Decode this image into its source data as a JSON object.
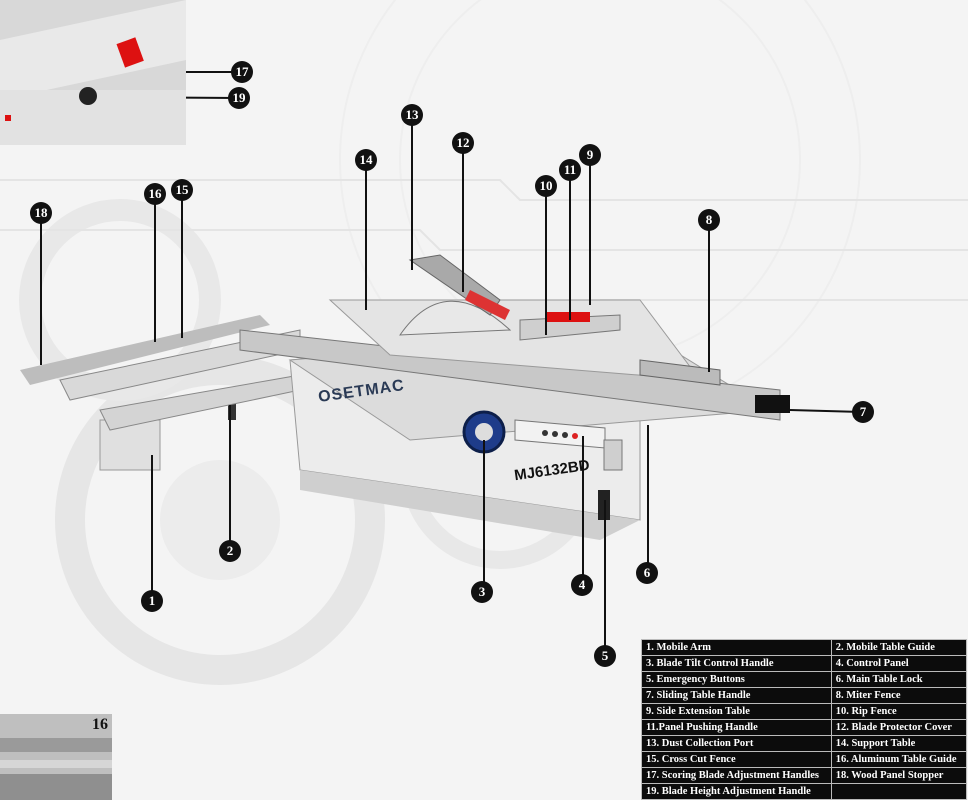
{
  "brand": "OSETMAC",
  "model": "MJ6132BD",
  "inset_bottom_label": "16",
  "callouts": [
    {
      "n": "1"
    },
    {
      "n": "2"
    },
    {
      "n": "3"
    },
    {
      "n": "4"
    },
    {
      "n": "5"
    },
    {
      "n": "6"
    },
    {
      "n": "7"
    },
    {
      "n": "8"
    },
    {
      "n": "9"
    },
    {
      "n": "10"
    },
    {
      "n": "11"
    },
    {
      "n": "12"
    },
    {
      "n": "13"
    },
    {
      "n": "14"
    },
    {
      "n": "15"
    },
    {
      "n": "16"
    },
    {
      "n": "17"
    },
    {
      "n": "18"
    },
    {
      "n": "19"
    }
  ],
  "legend": [
    [
      "1. Mobile Arm",
      "2. Mobile Table Guide"
    ],
    [
      "3. Blade Tilt Control Handle",
      "4. Control Panel"
    ],
    [
      "5. Emergency Buttons",
      "6. Main Table Lock"
    ],
    [
      "7. Sliding Table Handle",
      "8. Miter Fence"
    ],
    [
      "9. Side Extension Table",
      "10. Rip Fence"
    ],
    [
      "11.Panel Pushing Handle",
      "12. Blade Protector Cover"
    ],
    [
      "13. Dust Collection Port",
      "14. Support Table"
    ],
    [
      "15. Cross Cut Fence",
      "16. Aluminum Table Guide"
    ],
    [
      "17. Scoring Blade Adjustment Handles",
      "18. Wood Panel Stopper"
    ],
    [
      "19. Blade Height Adjustment Handle",
      ""
    ]
  ]
}
